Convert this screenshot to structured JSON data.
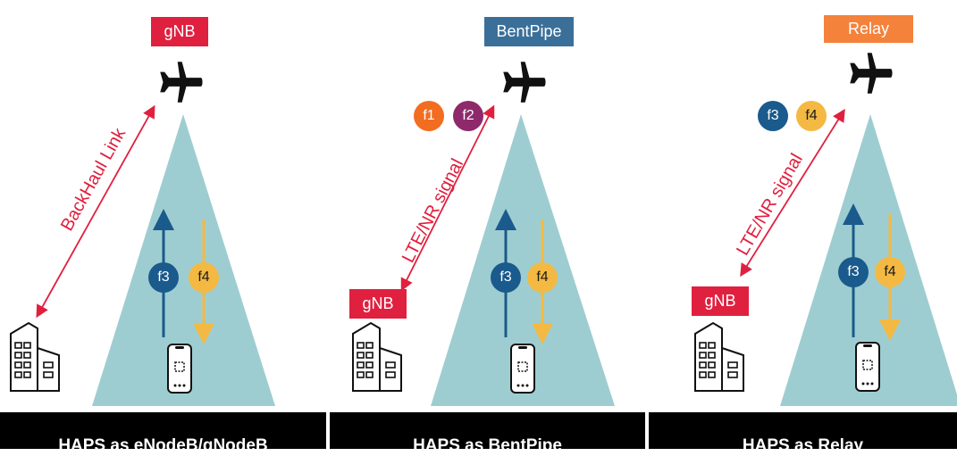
{
  "colors": {
    "gnb": "#e0203f",
    "bentpipe": "#3a6f99",
    "relay": "#f4823a",
    "beam": "#9ecdd1",
    "uplink": "#1a5a8c",
    "downlink": "#f4b942",
    "f1": "#f36d21",
    "f2": "#8e2a6b",
    "f3": "#1a5a8c",
    "f4": "#f4b942",
    "link": "#e0203f"
  },
  "icons": [
    "airplane-icon",
    "building-icon",
    "smartphone-icon"
  ],
  "panels": [
    {
      "top_tag": "gNB",
      "link_label": "BackHaul Link",
      "beam_labels": [
        "f3",
        "f4"
      ],
      "footer": "HAPS as eNodeB/gNodeB"
    },
    {
      "top_tag": "BentPipe",
      "link_label": "LTE/NR signal",
      "signal_labels": [
        "f1",
        "f2"
      ],
      "ground_tag": "gNB",
      "beam_labels": [
        "f3",
        "f4"
      ],
      "footer": "HAPS as BentPipe"
    },
    {
      "top_tag": "Relay",
      "link_label": "LTE/NR signal",
      "signal_labels": [
        "f3",
        "f4"
      ],
      "ground_tag": "gNB",
      "beam_labels": [
        "f3",
        "f4"
      ],
      "footer": "HAPS as Relay"
    }
  ]
}
